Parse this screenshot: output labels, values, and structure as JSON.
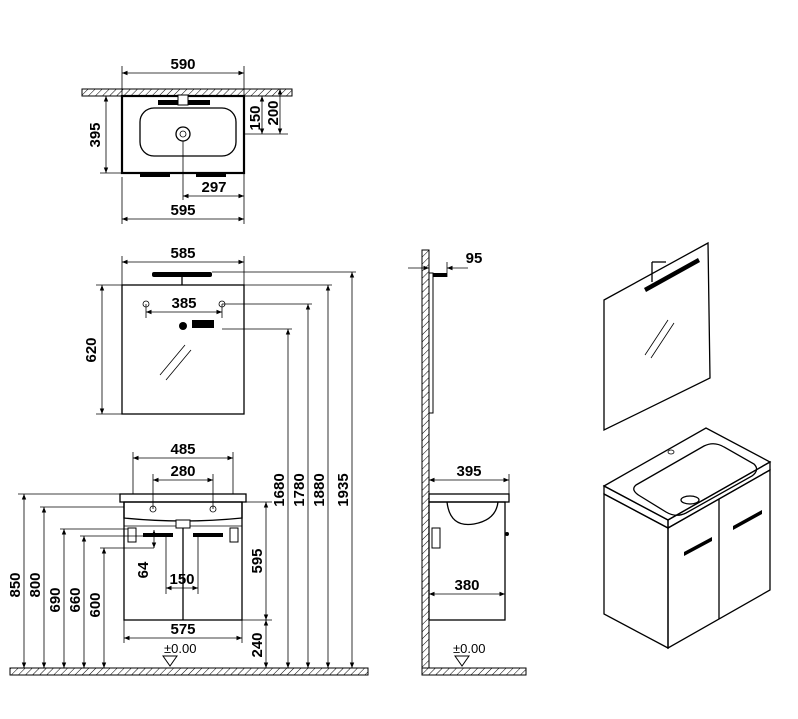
{
  "top_view": {
    "width_top": "590",
    "width_bottom": "595",
    "depth": "395",
    "drain_offset": "297",
    "tap_150": "150",
    "tap_200": "200"
  },
  "mirror": {
    "width": "585",
    "fixing_spacing": "385",
    "height": "620"
  },
  "cabinet": {
    "basin_width": "485",
    "fixing_spacing": "280",
    "body_width": "575",
    "handle_spacing": "150",
    "handle_offset": "64",
    "body_height": "595",
    "floor_gap": "240",
    "floor_level": "±0.00"
  },
  "heights": {
    "h850": "850",
    "h800": "800",
    "h690": "690",
    "h660": "660",
    "h600": "600",
    "h1680": "1680",
    "h1780": "1780",
    "h1880": "1880",
    "h1935": "1935"
  },
  "side_view": {
    "mirror_projection": "95",
    "basin_depth": "395",
    "cabinet_depth": "380",
    "floor_level": "±0.00"
  },
  "colors": {
    "line": "#000000",
    "background": "#ffffff"
  }
}
